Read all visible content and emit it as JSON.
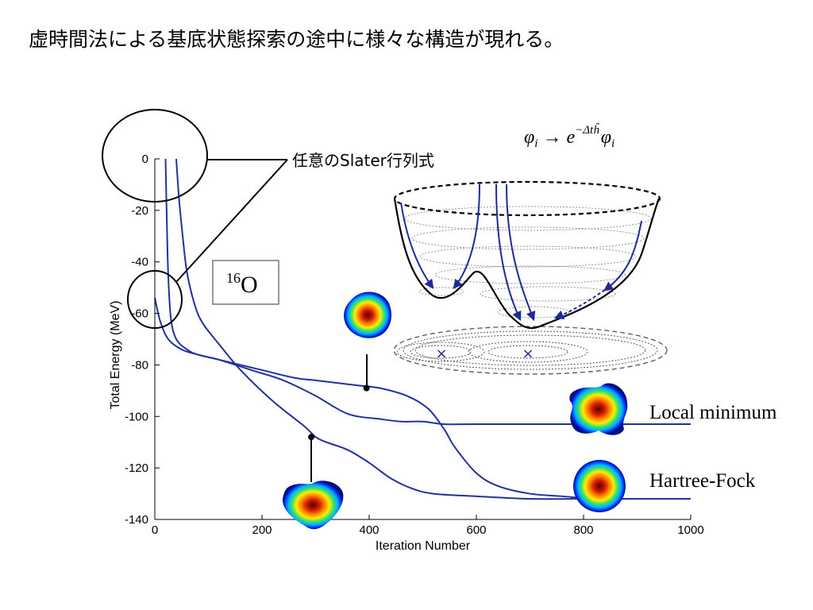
{
  "slide": {
    "title": "虚時間法による基底状態探索の途中に様々な構造が現れる。"
  },
  "annotations": {
    "slater_label": "任意のSlater行列式",
    "nucleus_mass": "16",
    "nucleus_symbol": "O",
    "local_minimum": "Local minimum",
    "hartree_fock": "Hartree-Fock",
    "formula": {
      "lhs": "φ",
      "lhs_sub": "i",
      "arrow": "→",
      "base": "e",
      "exponent": "−Δt",
      "exponent_op": "ĥ",
      "rhs": "φ",
      "rhs_sub": "i"
    },
    "minimum_marker": "×"
  },
  "colors": {
    "curve": "#2230a0",
    "axis": "#000000",
    "basin_arrow": "#1f2a9a"
  },
  "chart_data": {
    "type": "line",
    "xlabel": "Iteration Number",
    "ylabel": "Total Energy (MeV)",
    "xlim": [
      0,
      1000
    ],
    "ylim": [
      -140,
      0
    ],
    "xticks": [
      0,
      200,
      400,
      600,
      800,
      1000
    ],
    "yticks": [
      0,
      -20,
      -40,
      -60,
      -80,
      -100,
      -120,
      -140
    ],
    "grid": false,
    "series": [
      {
        "x": [
          0,
          10,
          25,
          50,
          80,
          120,
          160,
          200,
          260,
          300,
          340,
          380,
          420,
          470,
          510,
          540,
          560,
          600,
          640,
          700,
          760,
          820,
          880,
          1000
        ],
        "y": [
          -54,
          -63,
          -70,
          -74,
          -76,
          -78,
          -80,
          -82,
          -85,
          -86,
          -87,
          -88,
          -89,
          -92,
          -97,
          -105,
          -112,
          -122,
          -127,
          -130,
          -131,
          -132,
          -132,
          -132
        ]
      },
      {
        "x": [
          20,
          22,
          25,
          30,
          40,
          60,
          80,
          120,
          180,
          240,
          300,
          360,
          420,
          460,
          500,
          540,
          600,
          700,
          800,
          1000
        ],
        "y": [
          0,
          -20,
          -45,
          -62,
          -70,
          -74,
          -76,
          -78,
          -82,
          -86,
          -92,
          -99,
          -101,
          -102,
          -102,
          -103,
          -103,
          -103,
          -103,
          -103
        ]
      },
      {
        "x": [
          40,
          45,
          52,
          60,
          75,
          90,
          120,
          160,
          220,
          280,
          300,
          320,
          360,
          400,
          440,
          480,
          520,
          600,
          700,
          800,
          1000
        ],
        "y": [
          0,
          -15,
          -30,
          -44,
          -57,
          -64,
          -72,
          -82,
          -94,
          -104,
          -108,
          -110,
          -113,
          -118,
          -124,
          -128,
          -130,
          -131,
          -132,
          -132,
          -132
        ]
      }
    ],
    "markers": [
      {
        "x": 395,
        "y": -89
      },
      {
        "x": 292,
        "y": -108
      }
    ]
  }
}
